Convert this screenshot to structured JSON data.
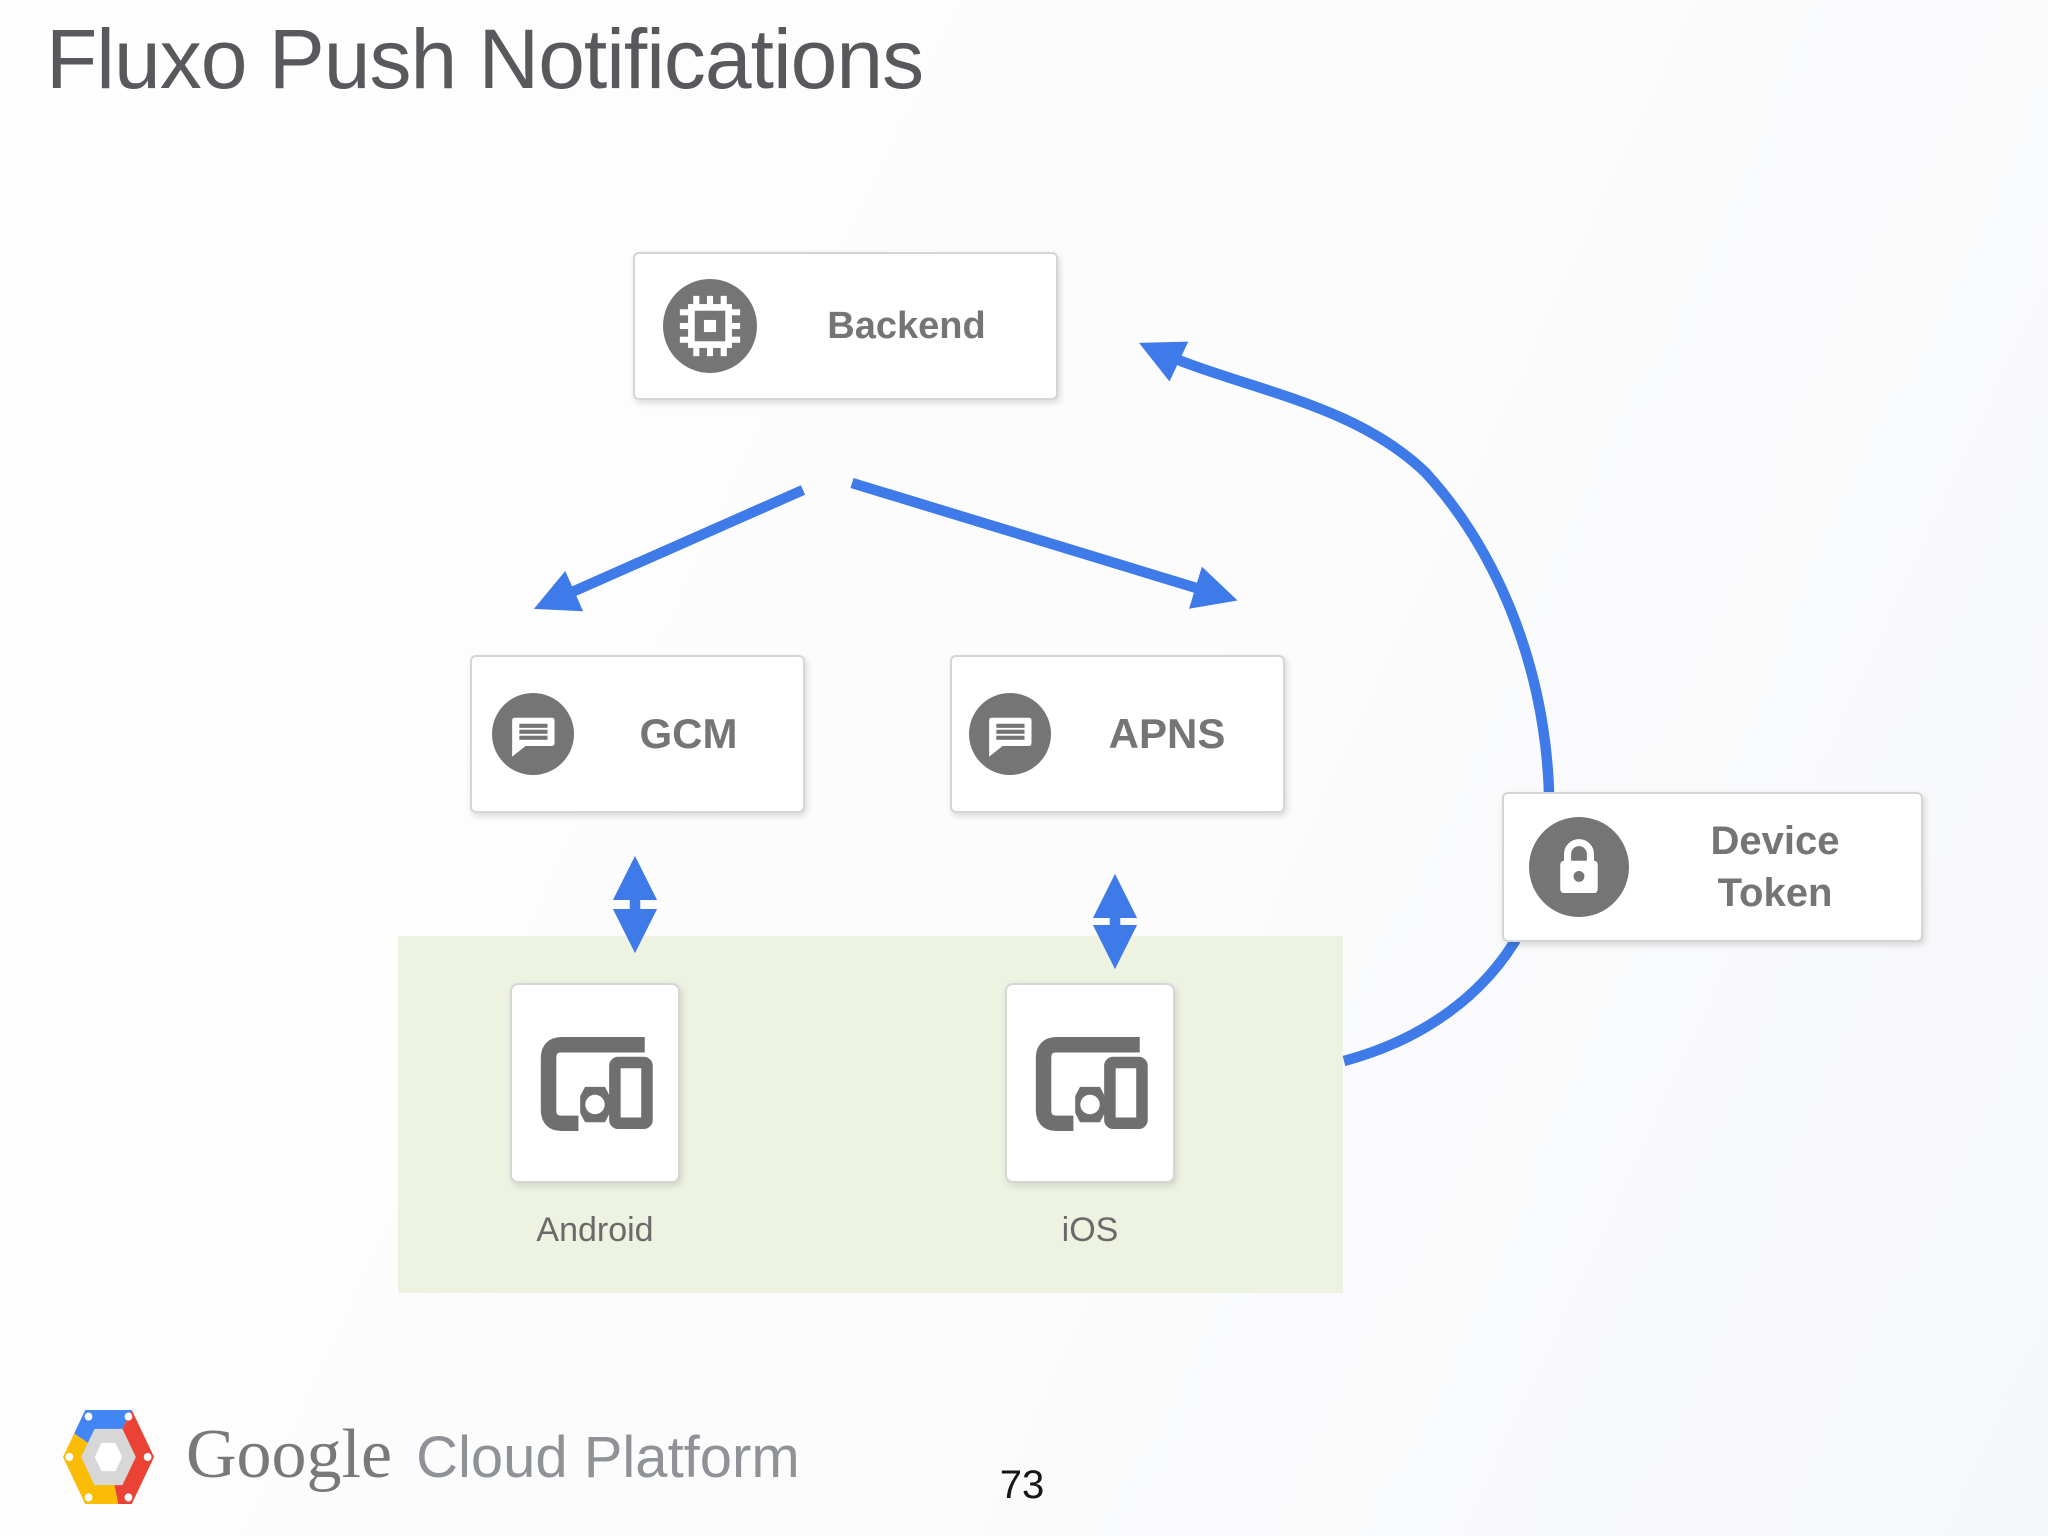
{
  "slide": {
    "title": "Fluxo Push Notifications",
    "page_number": "73"
  },
  "nodes": {
    "backend": {
      "label": "Backend",
      "icon": "chip-icon"
    },
    "gcm": {
      "label": "GCM",
      "icon": "chat-icon"
    },
    "apns": {
      "label": "APNS",
      "icon": "chat-icon"
    },
    "device_token": {
      "label": "Device Token",
      "icon": "lock-icon"
    },
    "android": {
      "label": "Android",
      "icon": "devices-icon"
    },
    "ios": {
      "label": "iOS",
      "icon": "devices-icon"
    }
  },
  "edges": [
    {
      "from": "backend",
      "to": "gcm",
      "type": "arrow"
    },
    {
      "from": "backend",
      "to": "apns",
      "type": "arrow"
    },
    {
      "from": "gcm",
      "to": "android",
      "type": "double-arrow"
    },
    {
      "from": "apns",
      "to": "ios",
      "type": "double-arrow"
    },
    {
      "from": "devices-panel",
      "to": "backend",
      "via": "device_token",
      "type": "curved-arrow"
    }
  ],
  "footer": {
    "logo_primary": "Google",
    "logo_secondary": "Cloud Platform"
  },
  "colors": {
    "arrow_blue": "#3e7be8",
    "icon_gray": "#757575",
    "devices_icon_gray": "#6f6f6f",
    "panel_green": "#edf2e1",
    "title_gray": "#58595c",
    "logo_blue": "#4285f4",
    "logo_red": "#ea4335",
    "logo_yellow": "#fbbc05"
  }
}
